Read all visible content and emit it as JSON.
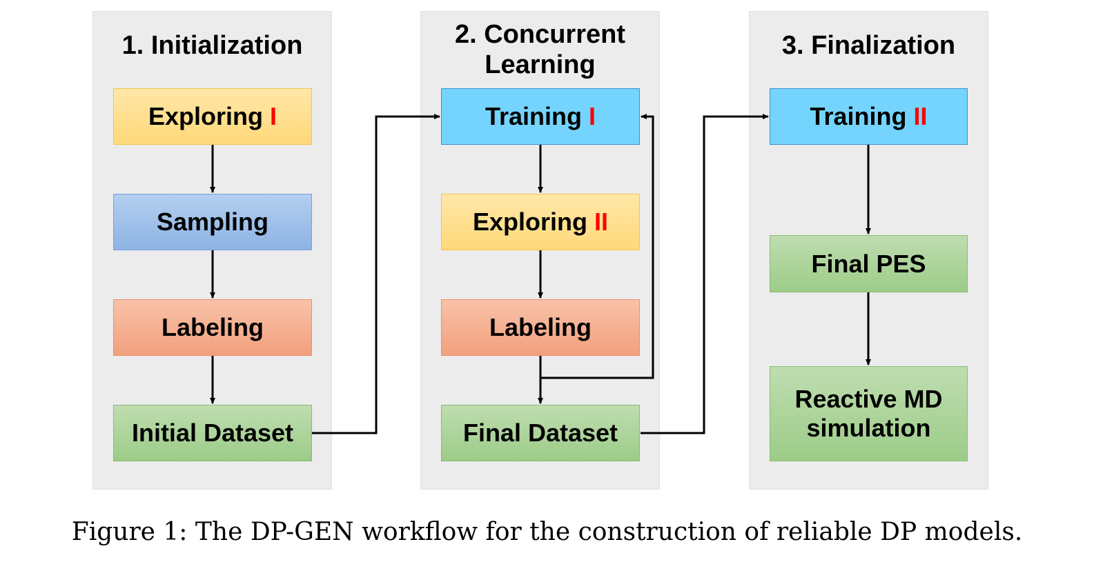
{
  "panels": [
    {
      "title": "1. Initialization"
    },
    {
      "title": "2. Concurrent\nLearning"
    },
    {
      "title": "3. Finalization"
    }
  ],
  "boxes": {
    "init_exploring": {
      "label": "Exploring",
      "roman": "I"
    },
    "init_sampling": {
      "label": "Sampling"
    },
    "init_labeling": {
      "label": "Labeling"
    },
    "init_dataset": {
      "label": "Initial Dataset"
    },
    "cl_training": {
      "label": "Training",
      "roman": "I"
    },
    "cl_exploring": {
      "label": "Exploring",
      "roman": "II"
    },
    "cl_labeling": {
      "label": "Labeling"
    },
    "cl_dataset": {
      "label": "Final Dataset"
    },
    "fin_training": {
      "label": "Training",
      "roman": "II"
    },
    "fin_pes": {
      "label": "Final PES"
    },
    "fin_md": {
      "label": "Reactive MD\nsimulation"
    }
  },
  "colors": {
    "yellow": "#ffd97a",
    "blue": "#8eb3e4",
    "orange": "#f2a07e",
    "green": "#9ccc88",
    "cyan": "#74d4fd",
    "roman_accent": "#ff0000",
    "panel_bg": "#ececec"
  },
  "caption": "Figure 1: The DP-GEN workflow for the construction of reliable DP models."
}
